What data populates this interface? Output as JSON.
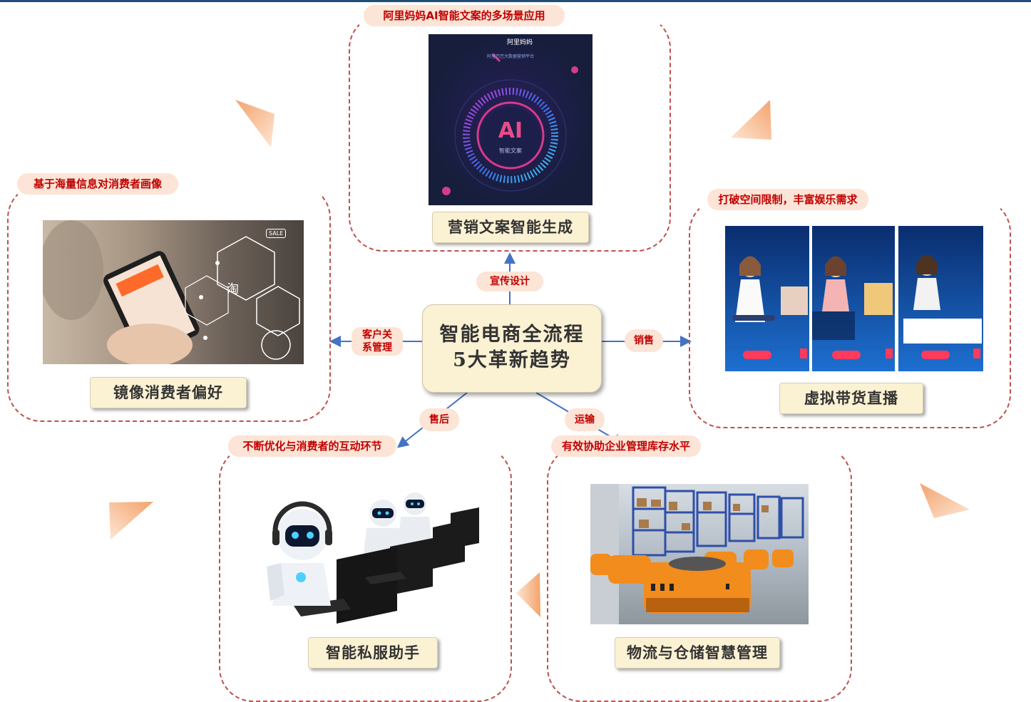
{
  "center": {
    "line1": "智能电商全流程",
    "line2": "5大革新趋势"
  },
  "nodes": {
    "top": {
      "tag": "阿里妈妈AI智能文案的多场景应用",
      "caption": "营销文案智能生成",
      "image": {
        "brand": "阿里妈妈",
        "sub": "阿里巴巴大数据营销平台",
        "badge": "AI",
        "badge_sub": "智能文案"
      }
    },
    "left": {
      "tag": "基于海量信息对消费者画像",
      "caption": "镜像消费者偏好",
      "image": {
        "sale": "SALE",
        "tao": "淘"
      }
    },
    "right": {
      "tag": "打破空间限制，丰富娱乐需求",
      "caption": "虚拟带货直播"
    },
    "bottom_left": {
      "tag": "不断优化与消费者的互动环节",
      "caption": "智能私服助手"
    },
    "bottom_right": {
      "tag": "有效协助企业管理库存水平",
      "caption": "物流与仓储智慧管理"
    }
  },
  "connectors": {
    "top": "宣传设计",
    "left": "客户关系管理",
    "right": "销售",
    "bottom_left": "售后",
    "bottom_right": "运输"
  },
  "colors": {
    "accent": "#c00000",
    "line": "#4472c4",
    "dashed": "#c0504d",
    "tag_bg": "#fce4d6",
    "caption_bg": "#fbf1d3"
  }
}
